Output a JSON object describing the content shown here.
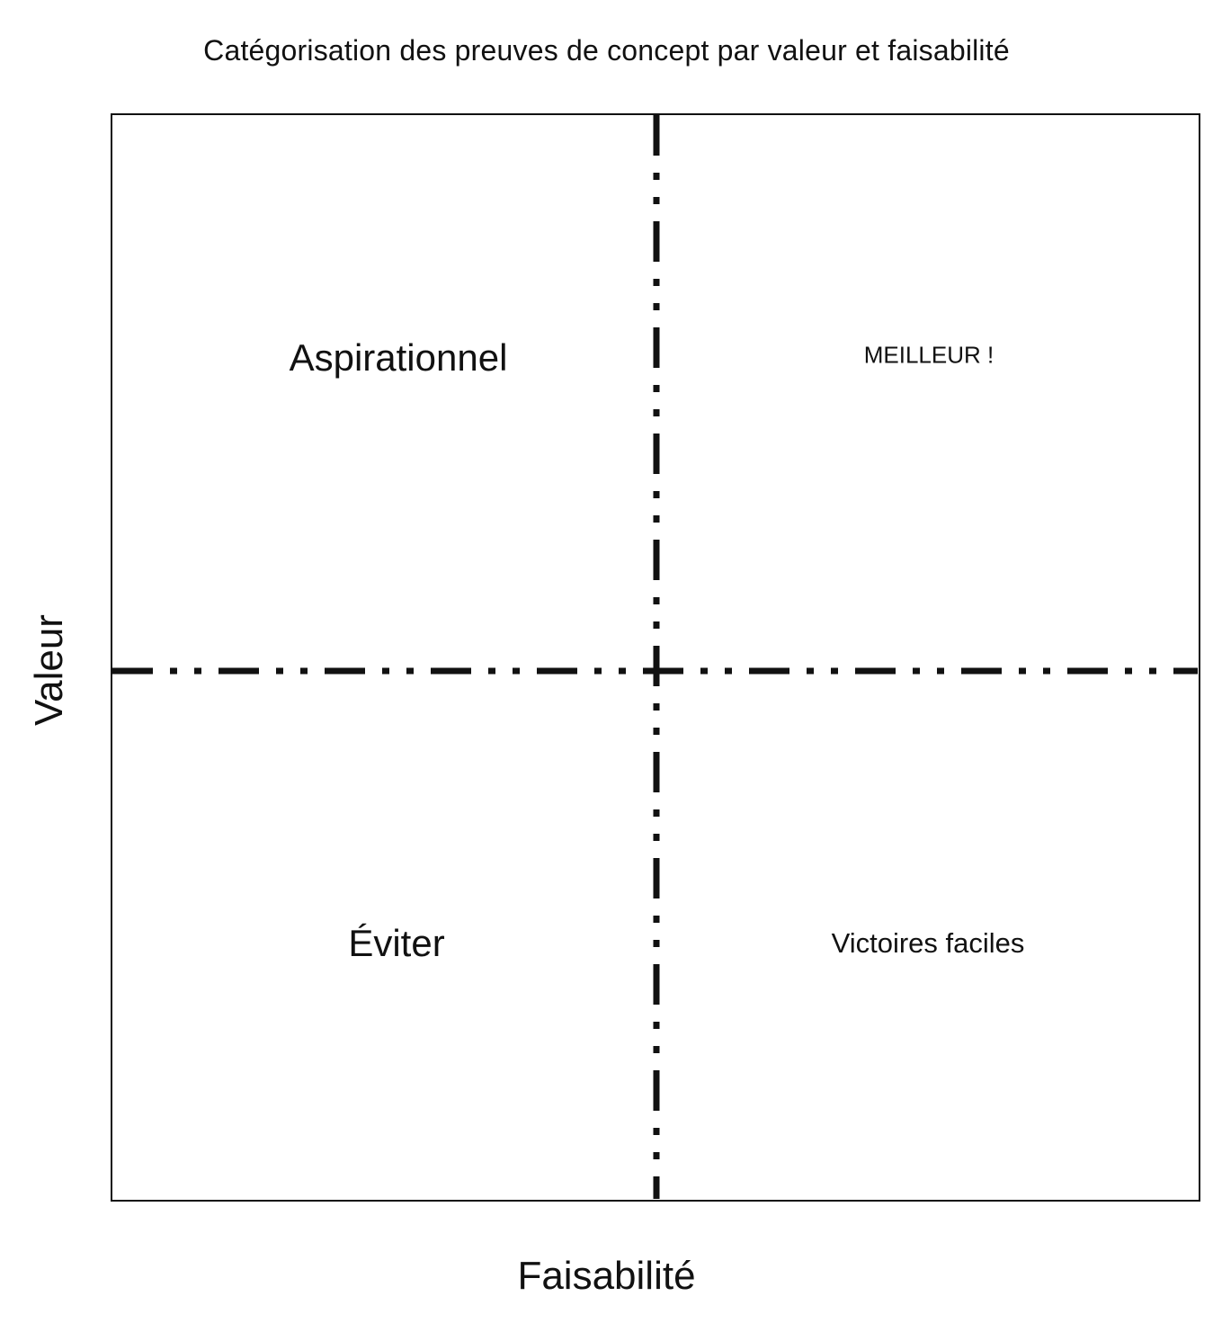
{
  "title": "Catégorisation des preuves de concept par valeur et faisabilité",
  "axes": {
    "y_label": "Valeur",
    "x_label": "Faisabilité"
  },
  "quadrants": {
    "top_left": "Aspirationnel",
    "top_right": "MEILLEUR !",
    "bottom_left": "Éviter",
    "bottom_right": "Victoires faciles"
  },
  "colors": {
    "background": "#ffffff",
    "line": "#111111",
    "text": "#111111"
  },
  "lines": {
    "style": "dash-dot-dot",
    "border": "solid"
  }
}
